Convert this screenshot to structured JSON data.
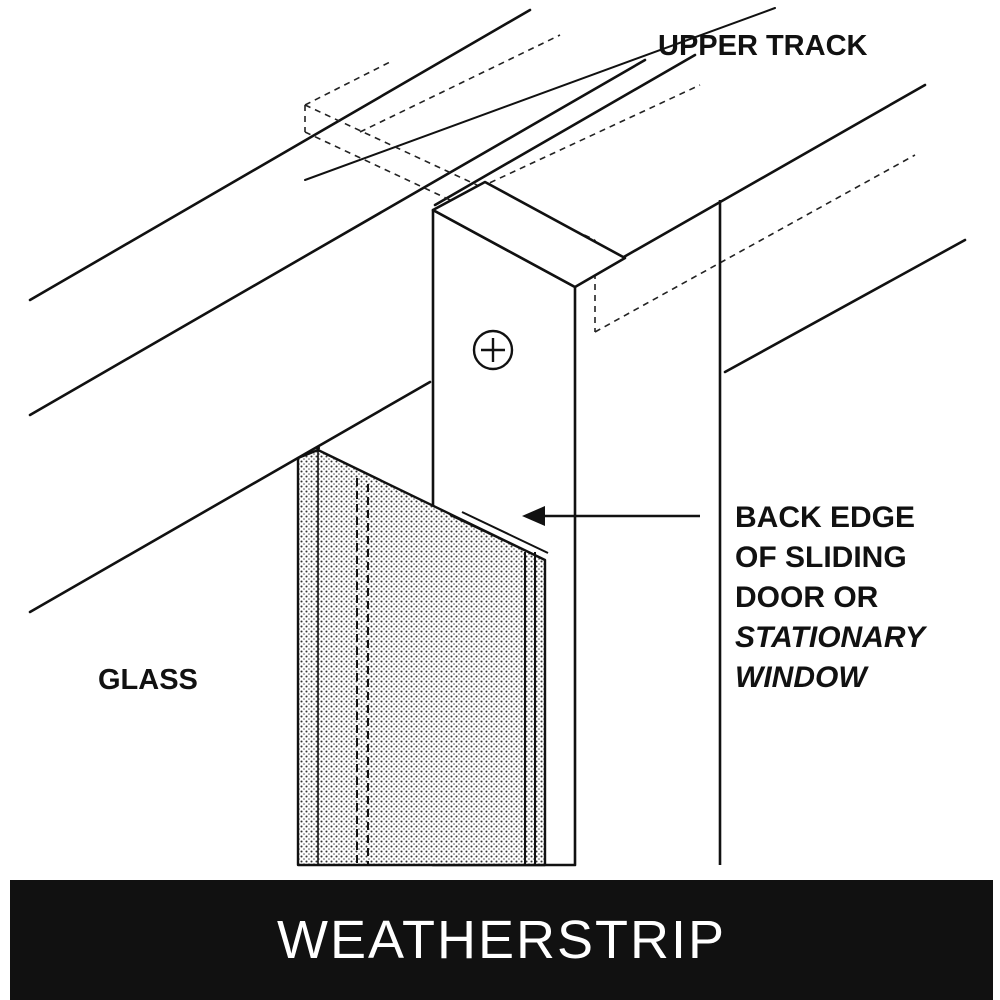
{
  "labels": {
    "upper_track": "UPPER TRACK",
    "glass": "GLASS",
    "back_edge": {
      "line1": "BACK EDGE",
      "line2": "OF SLIDING",
      "line3": "DOOR OR",
      "line4": "STATIONARY",
      "line5": "WINDOW"
    }
  },
  "banner": {
    "title": "WEATHERSTRIP"
  },
  "colors": {
    "ink": "#111111",
    "background": "#ffffff",
    "banner": "#111111",
    "banner_text": "#ffffff"
  },
  "icons": {
    "screw": "screw-icon",
    "arrow": "arrow-left-icon"
  }
}
